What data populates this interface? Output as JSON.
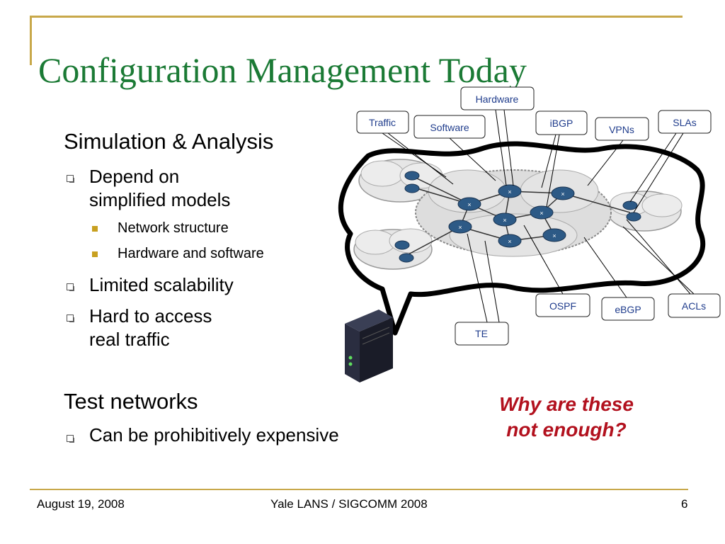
{
  "slide": {
    "title": "Configuration Management Today",
    "section1": {
      "heading": "Simulation & Analysis",
      "bullet1": "Depend on simplified models",
      "bullet1_line1": "Depend on",
      "bullet1_line2": "simplified models",
      "sub1": "Network structure",
      "sub2": "Hardware and software",
      "bullet2": "Limited scalability",
      "bullet3_line1": "Hard to access",
      "bullet3_line2": "real traffic"
    },
    "section2": {
      "heading": "Test networks",
      "bullet1": "Can be prohibitively expensive"
    },
    "question_line1": "Why are these",
    "question_line2": "not enough?"
  },
  "diagram": {
    "tags": {
      "hardware": "Hardware",
      "traffic": "Traffic",
      "software": "Software",
      "ibgp": "iBGP",
      "vpns": "VPNs",
      "slas": "SLAs",
      "ospf": "OSPF",
      "ebgp": "eBGP",
      "acls": "ACLs",
      "te": "TE"
    }
  },
  "footer": {
    "date": "August 19, 2008",
    "venue": "Yale LANS / SIGCOMM 2008",
    "page": "6"
  },
  "colors": {
    "title": "#1b7a35",
    "accent_line": "#c8a84a",
    "question": "#b2111e",
    "tag_text": "#1f3c8c"
  }
}
